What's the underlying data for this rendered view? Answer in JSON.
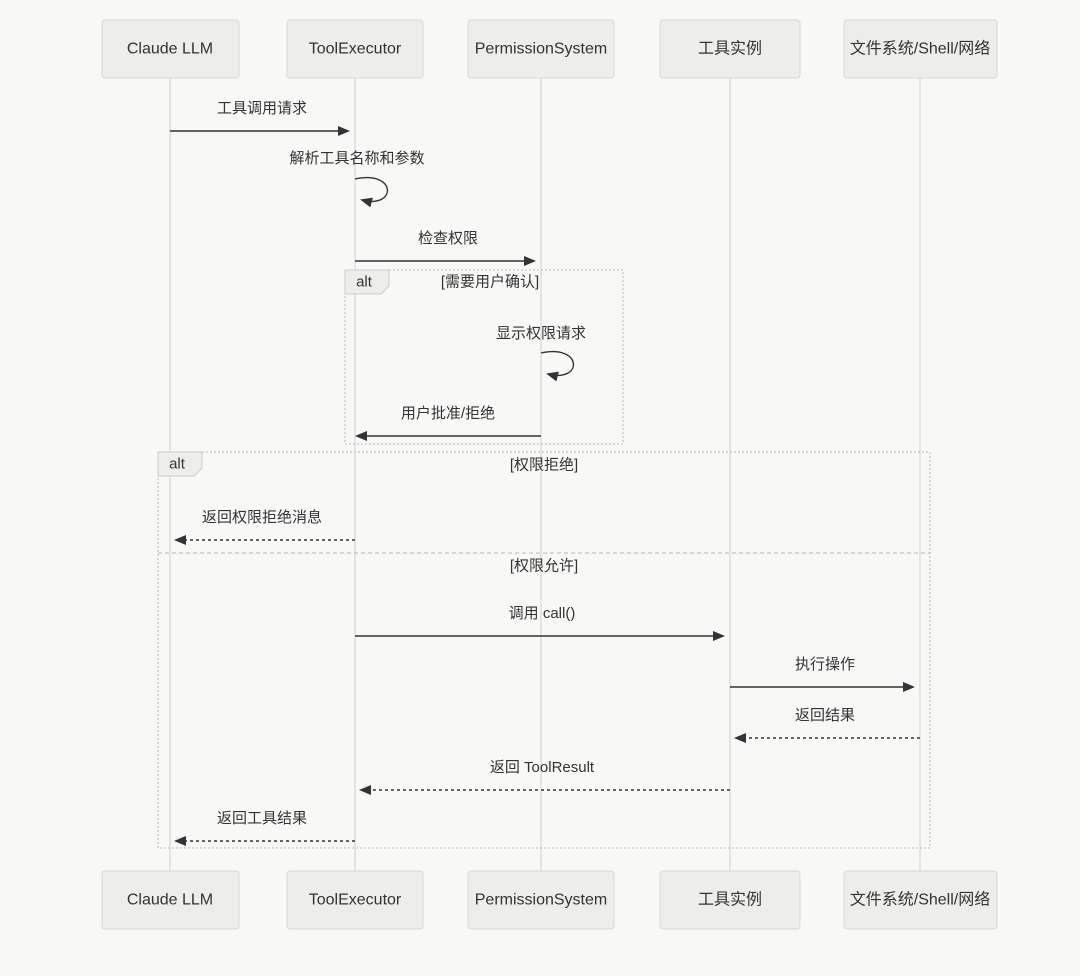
{
  "colors": {
    "page-bg": "#f8f8f7",
    "actor-fill": "#ededeb",
    "actor-stroke": "#d8d8d6",
    "lifeline": "#cfcfcd",
    "message": "#333333",
    "text": "#333333",
    "frame-border": "#b9b9b7",
    "label-fill": "#ededeb",
    "label-stroke": "#cccccc"
  },
  "diagram": {
    "type": "sequence-diagram",
    "actors": [
      {
        "label": "Claude LLM"
      },
      {
        "label": "ToolExecutor"
      },
      {
        "label": "PermissionSystem"
      },
      {
        "label": "工具实例"
      },
      {
        "label": "文件系统/Shell/网络"
      }
    ],
    "messages": [
      {
        "text": "工具调用请求",
        "from": "Claude LLM",
        "to": "ToolExecutor",
        "line": "solid"
      },
      {
        "text": "解析工具名称和参数",
        "from": "ToolExecutor",
        "to": "ToolExecutor",
        "line": "self"
      },
      {
        "text": "检查权限",
        "from": "ToolExecutor",
        "to": "PermissionSystem",
        "line": "solid"
      },
      {
        "text": "显示权限请求",
        "from": "PermissionSystem",
        "to": "PermissionSystem",
        "line": "self"
      },
      {
        "text": "用户批准/拒绝",
        "from": "PermissionSystem",
        "to": "ToolExecutor",
        "line": "solid"
      },
      {
        "text": "返回权限拒绝消息",
        "from": "ToolExecutor",
        "to": "Claude LLM",
        "line": "dashed"
      },
      {
        "text": "调用 call()",
        "from": "ToolExecutor",
        "to": "工具实例",
        "line": "solid"
      },
      {
        "text": "执行操作",
        "from": "工具实例",
        "to": "文件系统/Shell/网络",
        "line": "solid"
      },
      {
        "text": "返回结果",
        "from": "文件系统/Shell/网络",
        "to": "工具实例",
        "line": "dashed"
      },
      {
        "text": "返回 ToolResult",
        "from": "工具实例",
        "to": "ToolExecutor",
        "line": "dashed"
      },
      {
        "text": "返回工具结果",
        "from": "ToolExecutor",
        "to": "Claude LLM",
        "line": "dashed"
      }
    ],
    "frames": [
      {
        "label": "alt",
        "conditions": [
          "[需要用户确认]"
        ]
      },
      {
        "label": "alt",
        "conditions": [
          "[权限拒绝]",
          "[权限允许]"
        ]
      }
    ]
  }
}
